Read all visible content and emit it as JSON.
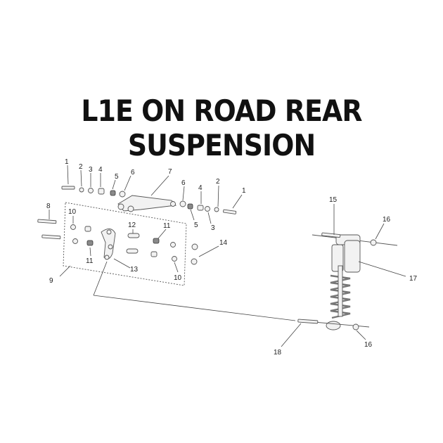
{
  "title": "L1E ON ROAD REAR SUSPENSION",
  "callouts": {
    "c1": "1",
    "c2": "2",
    "c3": "3",
    "c4": "4",
    "c5": "5",
    "c6": "6",
    "c7": "7",
    "c8": "8",
    "c9": "9",
    "c10": "10",
    "c11": "11",
    "c12": "12",
    "c13": "13",
    "c14": "14",
    "c15": "15",
    "c16": "16",
    "c17": "17",
    "c18": "18"
  }
}
